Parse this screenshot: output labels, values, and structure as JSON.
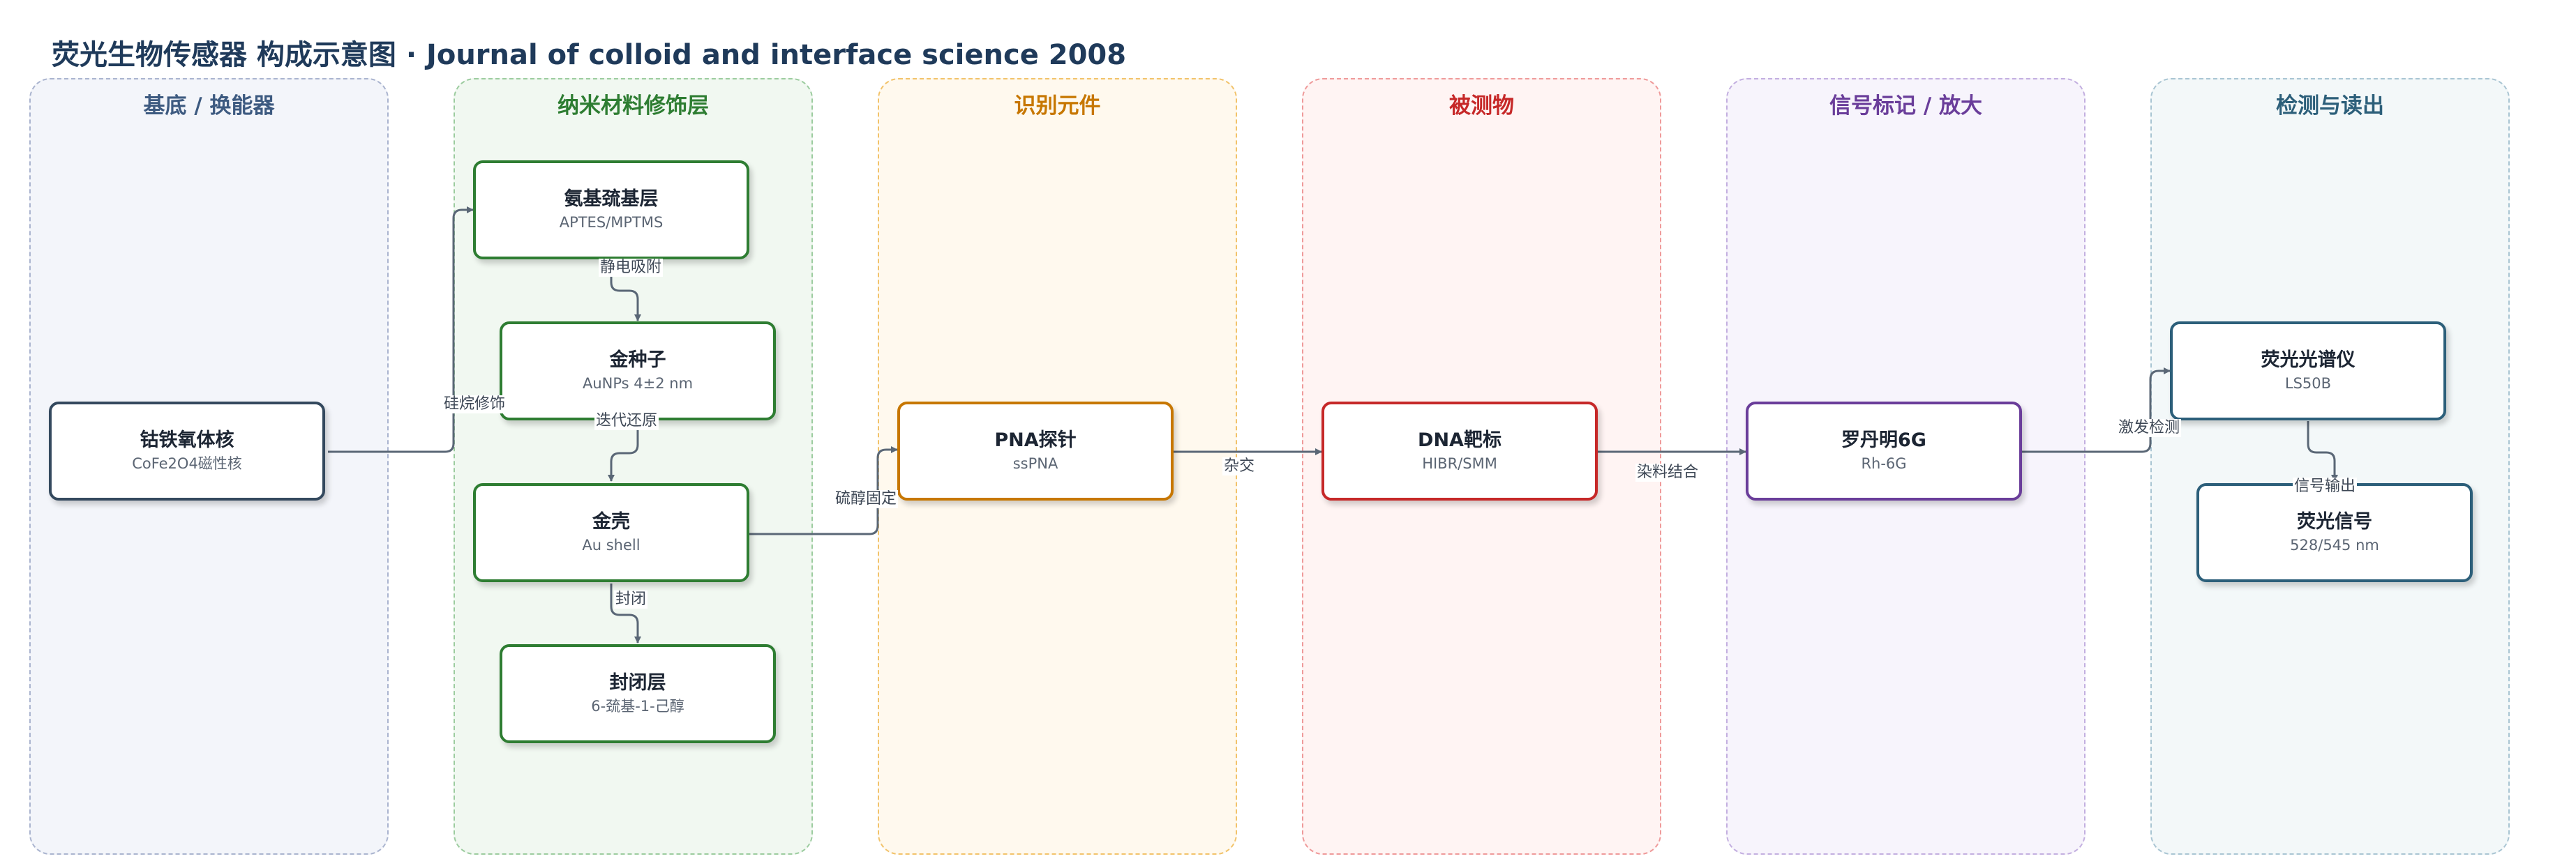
{
  "title": "荧光生物传感器 构成示意图 · Journal of colloid and interface science 2008",
  "lanes": [
    {
      "title": "基底 / 换能器",
      "color": "#3d5a80",
      "border": "#aab4cf",
      "fill": "#f3f5fa"
    },
    {
      "title": "纳米材料修饰层",
      "color": "#2e7d32",
      "border": "#9ccc9f",
      "fill": "#f1f8f1"
    },
    {
      "title": "识别元件",
      "color": "#c77700",
      "border": "#f2c36b",
      "fill": "#fff9ee"
    },
    {
      "title": "被测物",
      "color": "#c62828",
      "border": "#ef9a9a",
      "fill": "#fff4f3"
    },
    {
      "title": "信号标记 / 放大",
      "color": "#6a3d9a",
      "border": "#c3afe0",
      "fill": "#f7f4fc"
    },
    {
      "title": "检测与读出",
      "color": "#2c5f7a",
      "border": "#a9c5d3",
      "fill": "#f3f8f9"
    }
  ],
  "nodes": [
    {
      "label": "钴铁氧体核",
      "sub": "CoFe2O4磁性核",
      "border": "#34495e"
    },
    {
      "label": "氨基巯基层",
      "sub": "APTES/MPTMS",
      "border": "#2e7d32"
    },
    {
      "label": "金种子",
      "sub": "AuNPs 4±2 nm",
      "border": "#2e7d32"
    },
    {
      "label": "金壳",
      "sub": "Au shell",
      "border": "#2e7d32"
    },
    {
      "label": "封闭层",
      "sub": "6-巯基-1-己醇",
      "border": "#2e7d32"
    },
    {
      "label": "PNA探针",
      "sub": "ssPNA",
      "border": "#c77700"
    },
    {
      "label": "DNA靶标",
      "sub": "HIBR/SMM",
      "border": "#c62828"
    },
    {
      "label": "罗丹明6G",
      "sub": "Rh-6G",
      "border": "#6a3d9a"
    },
    {
      "label": "荧光光谱仪",
      "sub": "LS50B",
      "border": "#2c5f7a"
    },
    {
      "label": "荧光信号",
      "sub": "528/545 nm",
      "border": "#2c5f7a"
    }
  ],
  "edges": [
    {
      "label": "硅烷修饰"
    },
    {
      "label": "静电吸附"
    },
    {
      "label": "迭代还原"
    },
    {
      "label": "封闭"
    },
    {
      "label": "硫醇固定"
    },
    {
      "label": "杂交"
    },
    {
      "label": "染料结合"
    },
    {
      "label": "激发检测"
    },
    {
      "label": "信号输出"
    }
  ],
  "link_color": "#5a6776"
}
